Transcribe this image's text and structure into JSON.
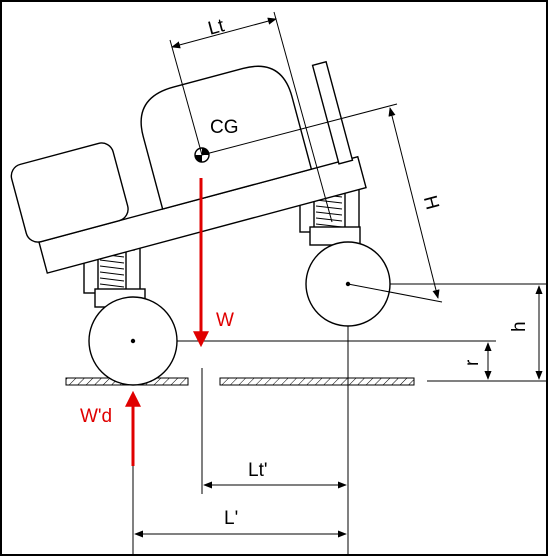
{
  "labels": {
    "cg": "CG",
    "lt": "Lt",
    "h_upper": "H",
    "h_lower": "h",
    "r": "r",
    "w": "W",
    "wd": "W'd",
    "lt_prime": "Lt'",
    "l_prime": "L'"
  },
  "colors": {
    "force": "#e00000",
    "line": "#000000",
    "background": "#ffffff"
  },
  "icons": {
    "cg_marker": "center-of-gravity-icon"
  }
}
